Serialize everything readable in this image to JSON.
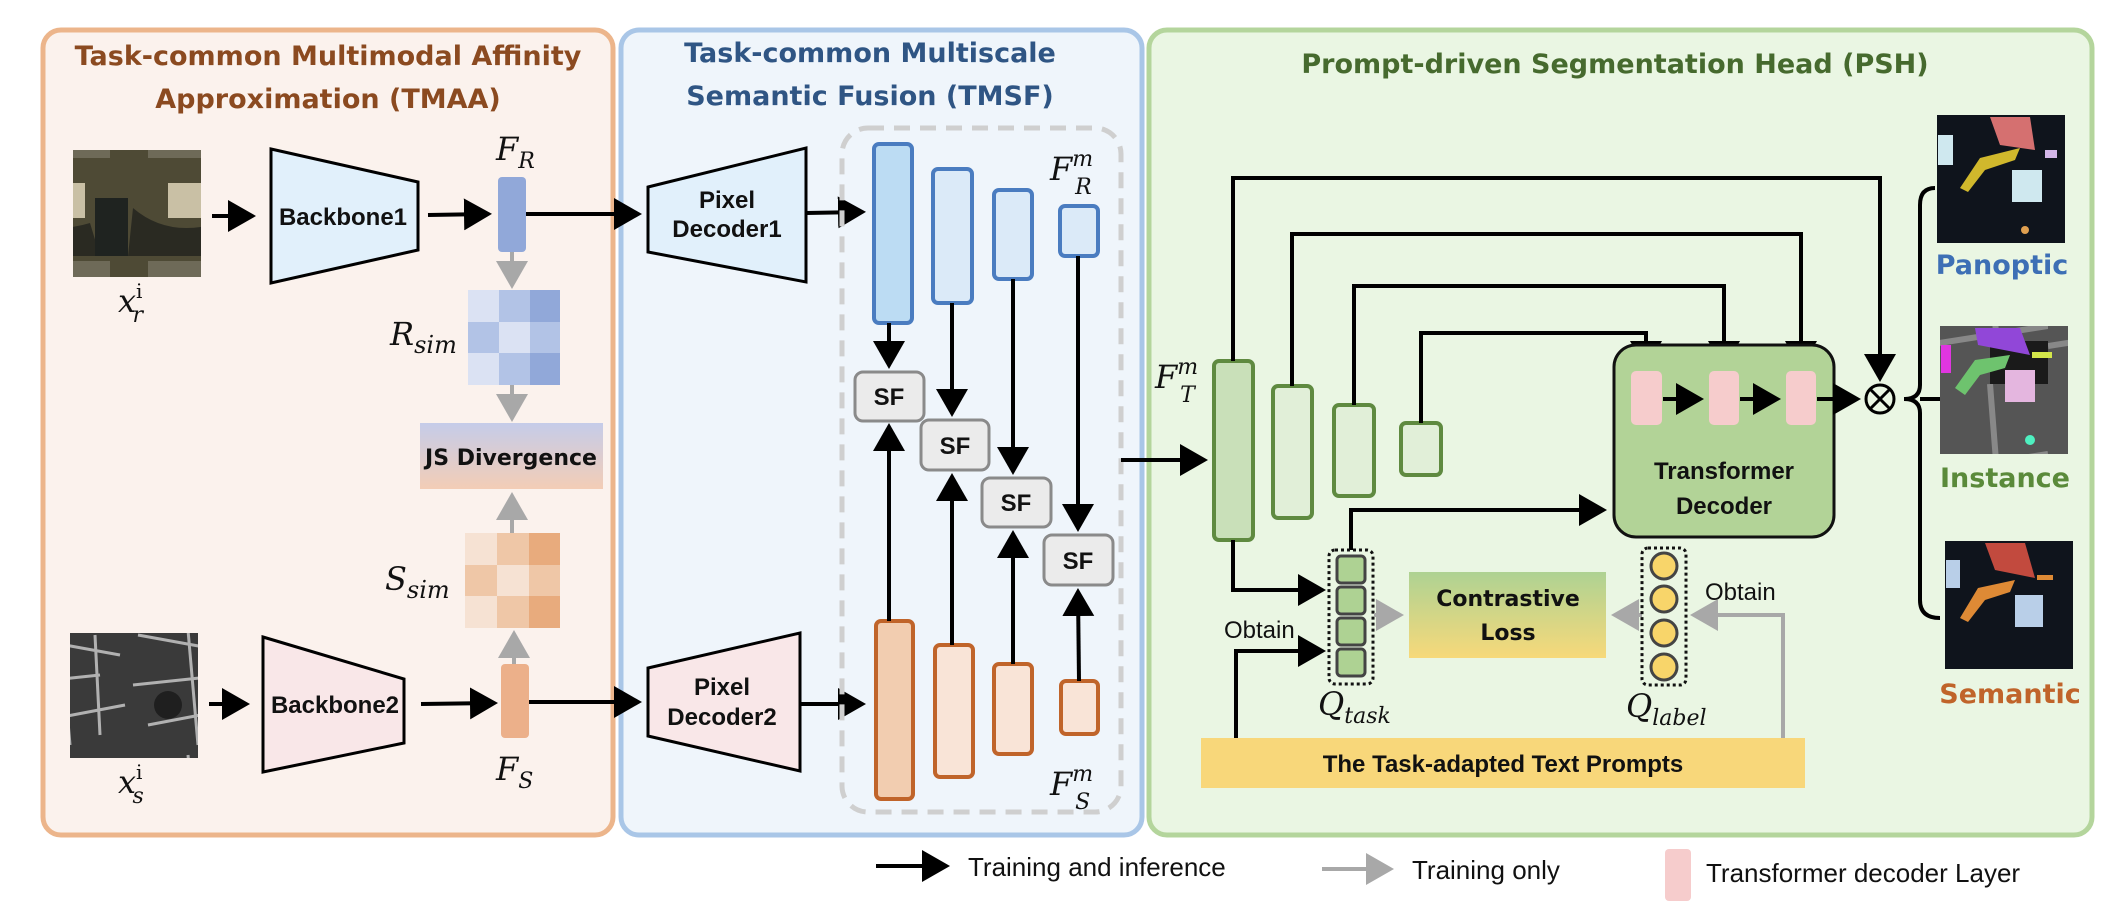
{
  "panels": {
    "tmaa": {
      "title_line1": "Task-common Multimodal Affinity",
      "title_line2": "Approximation (TMAA)",
      "color": "#8b4a20"
    },
    "tmsf": {
      "title_line1": "Task-common Multiscale",
      "title_line2": "Semantic Fusion (TMSF)",
      "color": "#2f5584"
    },
    "psh": {
      "title": "Prompt-driven Segmentation Head (PSH)",
      "color": "#466a2e"
    }
  },
  "tmaa": {
    "input_optical": {
      "sym": "x",
      "sub": "r",
      "sup": "i"
    },
    "input_sar": {
      "sym": "x",
      "sub": "s",
      "sup": "i"
    },
    "backbone1": "Backbone1",
    "backbone2": "Backbone2",
    "feat_r": {
      "sym": "F",
      "sub": "R"
    },
    "feat_s": {
      "sym": "F",
      "sub": "S"
    },
    "r_sim": {
      "sym": "R",
      "sub": "sim"
    },
    "s_sim": {
      "sym": "S",
      "sub": "sim"
    },
    "js_divergence": "JS Divergence"
  },
  "tmsf": {
    "pixel_decoder1_line1": "Pixel",
    "pixel_decoder1_line2": "Decoder1",
    "pixel_decoder2_line1": "Pixel",
    "pixel_decoder2_line2": "Decoder2",
    "sf_label": "SF",
    "feat_rm": {
      "sym": "F",
      "sub": "R",
      "sup": "m"
    },
    "feat_sm": {
      "sym": "F",
      "sub": "S",
      "sup": "m"
    }
  },
  "psh": {
    "feat_tm": {
      "sym": "F",
      "sub": "T",
      "sup": "m"
    },
    "transformer_decoder_line1": "Transformer",
    "transformer_decoder_line2": "Decoder",
    "contrastive_line1": "Contrastive",
    "contrastive_line2": "Loss",
    "q_task": {
      "sym": "Q",
      "sub": "task"
    },
    "q_label": {
      "sym": "Q",
      "sub": "label"
    },
    "obtain_left": "Obtain",
    "obtain_right": "Obtain",
    "text_prompts": "The Task-adapted Text Prompts",
    "otimes": "⊗",
    "outputs": [
      {
        "label": "Panoptic",
        "color": "#3d6fb5"
      },
      {
        "label": "Instance",
        "color": "#5a8a3a"
      },
      {
        "label": "Semantic",
        "color": "#c0642a"
      }
    ]
  },
  "legend": {
    "train_infer": "Training and inference",
    "train_only": "Training only",
    "decoder_layer": "Transformer decoder Layer"
  }
}
